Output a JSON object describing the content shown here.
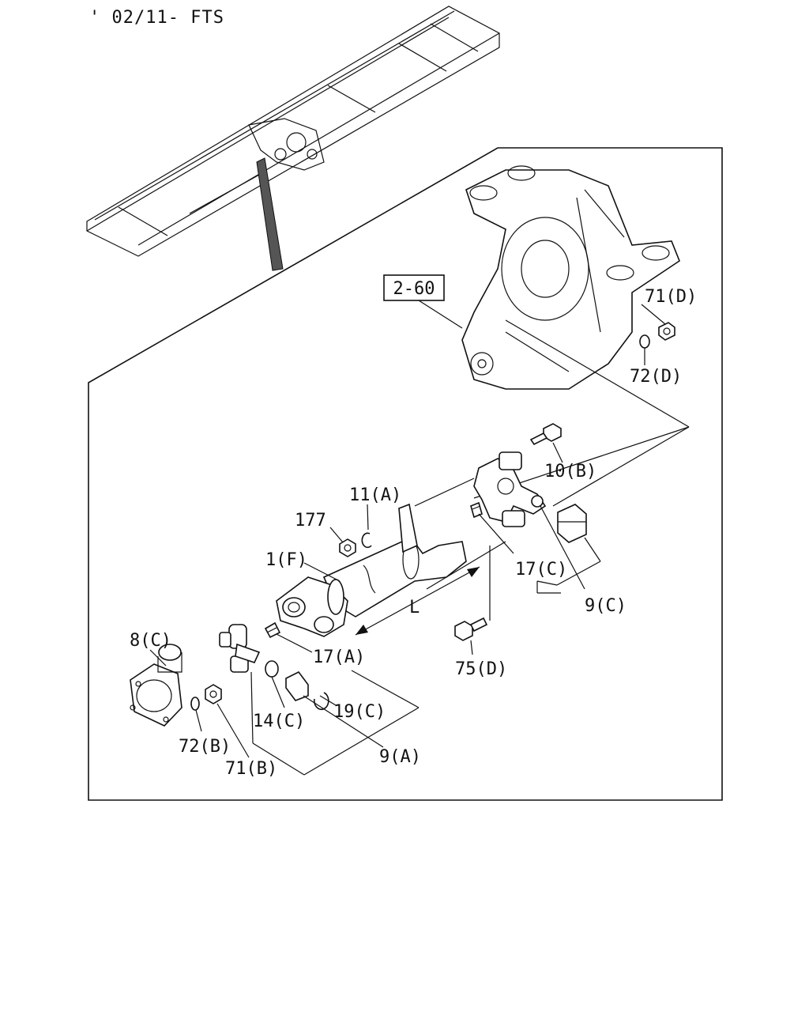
{
  "header": "' 02/11- FTS",
  "ref_box": "2-60",
  "dimension_label": "L",
  "labels": {
    "p71D": "71(D)",
    "p72D": "72(D)",
    "p10B": "10(B)",
    "p11A": "11(A)",
    "p177": "177",
    "p1F": "1(F)",
    "p17C": "17(C)",
    "p9C": "9(C)",
    "p8C": "8(C)",
    "p17A": "17(A)",
    "p75D": "75(D)",
    "p14C": "14(C)",
    "p19C": "19(C)",
    "p72B": "72(B)",
    "p71B": "71(B)",
    "p9A": "9(A)"
  }
}
